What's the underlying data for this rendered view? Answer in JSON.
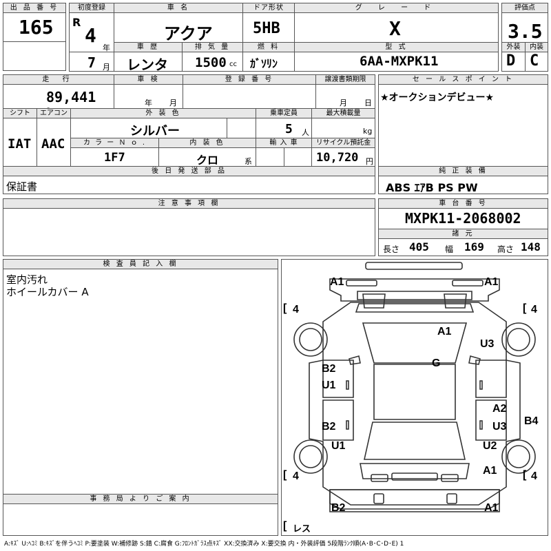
{
  "header": {
    "lot_label": "出 品 番 号",
    "lot": "165",
    "first_reg_label": "初度登録",
    "era": "R",
    "year": "4",
    "year_unit": "年",
    "month": "7",
    "month_unit": "月",
    "model_label": "車 名",
    "model": "アクア",
    "door_label": "ドア形状",
    "door": "5HB",
    "grade_label": "グ レ ー ド",
    "grade": "X",
    "score_label": "評価点",
    "score": "3.5",
    "history_label": "車 歴",
    "history": "レンタ",
    "displacement_label": "排 気 量",
    "displacement": "1500",
    "displacement_unit": "cc",
    "fuel_label": "燃 料",
    "fuel": "ｶﾞｿﾘﾝ",
    "type_label": "型 式",
    "type": "6AA-MXPK11",
    "ext_label": "外装",
    "ext": "D",
    "int_label": "内装",
    "int": "C"
  },
  "info": {
    "mileage_label": "走 行",
    "mileage": "89,441 km",
    "inspection_label": "車 検",
    "insp_year_unit": "年",
    "insp_month_unit": "月",
    "reg_no_label": "登 録 番 号",
    "transfer_label": "譲渡書類期限",
    "transfer_month": "月",
    "transfer_day": "日",
    "shift_label": "シフト",
    "shift": "IAT",
    "ac_label": "エアコン",
    "ac": "AAC",
    "color_label": "外 装 色",
    "color": "シルバー",
    "capacity_label": "乗車定員",
    "capacity": "5",
    "capacity_unit": "人",
    "load_label": "最大積載量",
    "load_unit": "kg",
    "color_no_label": "カ ラ ー Ｎ ｏ .",
    "color_no": "1F7",
    "int_color_label": "内 装 色",
    "int_color": "クロ",
    "int_color_unit": "系",
    "import_label": "輸 入 車",
    "recycle_label": "リサイクル預託金",
    "recycle": "10,720",
    "recycle_unit": "円",
    "later_label": "後 日 発 送 部 品",
    "later": "保証書"
  },
  "sales": {
    "label": "セ ー ル ス ポ イ ン ト",
    "text": "★オークションデビュー★"
  },
  "equipment": {
    "label": "純 正 装 備",
    "text": "ABS ｴｱB PS PW"
  },
  "caution": {
    "label": "注 意 事 項 欄"
  },
  "chassis": {
    "label": "車 台 番 号",
    "value": "MXPK11-2068002",
    "spec_label": "諸 元",
    "len_label": "長さ",
    "len": "405",
    "wid_label": "幅",
    "wid": "169",
    "hei_label": "高さ",
    "hei": "148"
  },
  "inspector": {
    "label": "検 査 員 記 入 欄",
    "line1": "室内汚れ",
    "line2": "ホイールカバー A"
  },
  "office": {
    "label": "事 務 局 よ り ご 案 内"
  },
  "legend": "A:ｷｽﾞ U:ﾍｺﾐ B:ｷｽﾞを伴うﾍｺﾐ P:要塗装 W:補修跡 S:錆 C:腐食 G:ﾌﾛﾝﾄｶﾞﾗｽ点ｷｽﾞ XX:交換済み X:要交換 内・外装評価 5段階ﾗﾝｸ順(A･B･C･D･E) 1",
  "diagram": {
    "marks": {
      "front_bumper_left": "A1",
      "front_bumper_right": "A1",
      "tire_fl": "4",
      "tire_fr": "4",
      "tire_rl": "4",
      "tire_rr": "4",
      "hood": "A1",
      "windshield": "G",
      "front_fender_right": "U3",
      "left_front_door_1": "B2",
      "left_front_door_2": "U1",
      "left_rear_door_1": "B2",
      "left_rear_door_2": "U1",
      "right_rear_door_1": "A2",
      "right_rear_door_2": "U3",
      "right_rocker": "B4",
      "rear_fender_right": "U2",
      "rear_quarter_right": "A1",
      "rear_bumper_left": "B2",
      "rear_bumper_right": "A1",
      "spare_tire": "レス"
    }
  }
}
